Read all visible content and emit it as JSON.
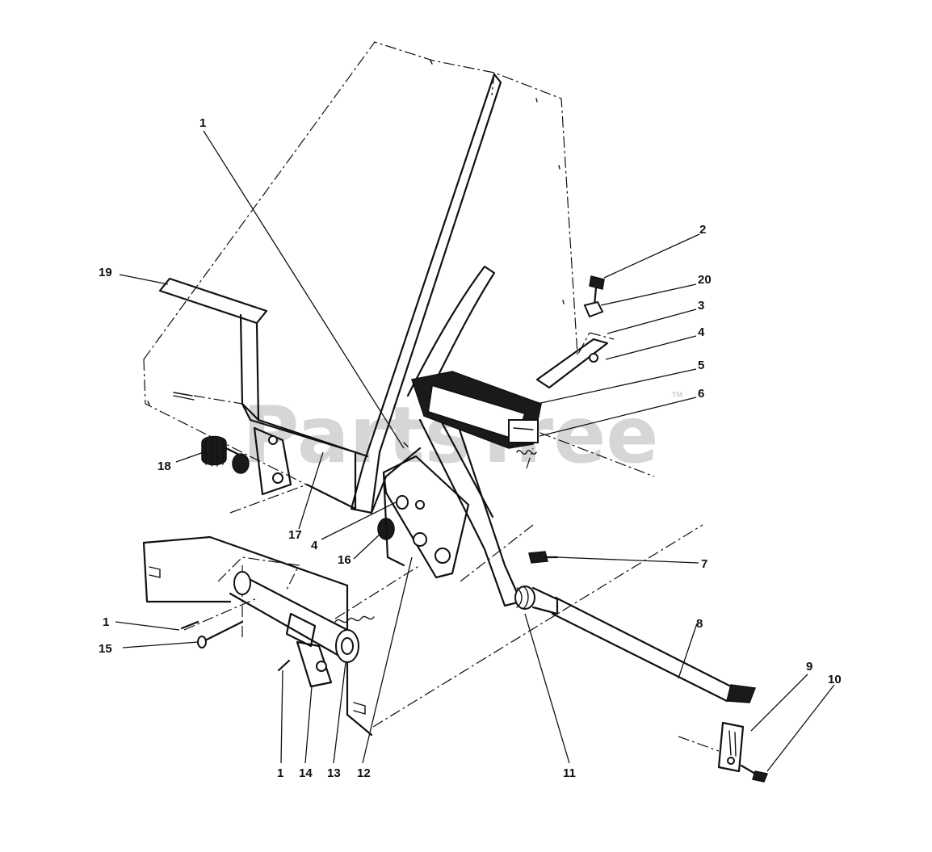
{
  "watermark": {
    "text": "PartsTree",
    "tm": "TM"
  },
  "callouts": [
    {
      "id": "c1a",
      "label": "1"
    },
    {
      "id": "c2",
      "label": "2"
    },
    {
      "id": "c20",
      "label": "20"
    },
    {
      "id": "c3",
      "label": "3"
    },
    {
      "id": "c4a",
      "label": "4"
    },
    {
      "id": "c5",
      "label": "5"
    },
    {
      "id": "c6",
      "label": "6"
    },
    {
      "id": "c19",
      "label": "19"
    },
    {
      "id": "c18",
      "label": "18"
    },
    {
      "id": "c17",
      "label": "17"
    },
    {
      "id": "c4b",
      "label": "4"
    },
    {
      "id": "c16",
      "label": "16"
    },
    {
      "id": "c7",
      "label": "7"
    },
    {
      "id": "c1b",
      "label": "1"
    },
    {
      "id": "c15",
      "label": "15"
    },
    {
      "id": "c8",
      "label": "8"
    },
    {
      "id": "c9",
      "label": "9"
    },
    {
      "id": "c10",
      "label": "10"
    },
    {
      "id": "c1c",
      "label": "1"
    },
    {
      "id": "c14",
      "label": "14"
    },
    {
      "id": "c13",
      "label": "13"
    },
    {
      "id": "c12",
      "label": "12"
    },
    {
      "id": "c11",
      "label": "11"
    }
  ]
}
